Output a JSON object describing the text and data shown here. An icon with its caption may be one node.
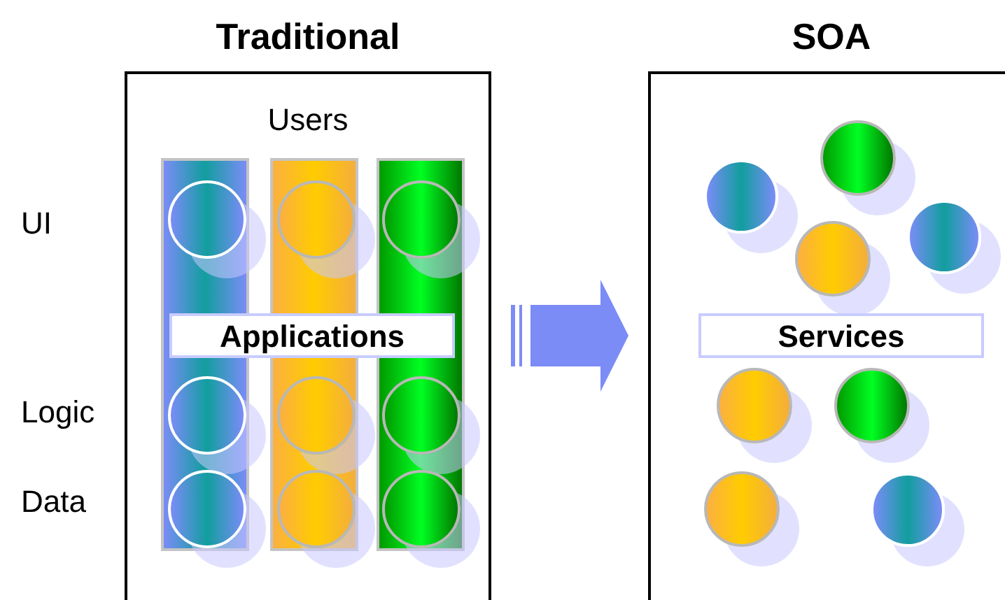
{
  "diagram": {
    "nodes": [
      {
        "text": [
          "Traditional",
          "Users"
        ]
      },
      {
        "text": [],
        "shape": "bar",
        "in": 0
      },
      {
        "text": [],
        "shape": "bar",
        "in": 0
      },
      {
        "text": [],
        "shape": "bar",
        "in": 0
      },
      {
        "text": [
          "Applications"
        ],
        "in": 0
      },
      {
        "text": [],
        "shape": "circle",
        "in": 1
      },
      {
        "text": [],
        "shape": "circle",
        "in": 1
      },
      {
        "text": [],
        "shape": "circle",
        "in": 1
      },
      {
        "text": [],
        "shape": "circle",
        "in": 2
      },
      {
        "text": [],
        "shape": "circle",
        "in": 2
      },
      {
        "text": [],
        "shape": "circle",
        "in": 2
      },
      {
        "text": [],
        "shape": "circle",
        "in": 3
      },
      {
        "text": [],
        "shape": "circle",
        "in": 3
      },
      {
        "text": [],
        "shape": "circle",
        "in": 3
      },
      {
        "text": [
          "SOA"
        ]
      },
      {
        "text": [],
        "shape": "circle",
        "in": 14
      },
      {
        "text": [],
        "shape": "circle",
        "in": 14
      },
      {
        "text": [],
        "shape": "circle",
        "in": 14
      },
      {
        "text": [],
        "shape": "circle",
        "in": 14
      },
      {
        "text": [
          "Services"
        ],
        "in": 14
      },
      {
        "text": [],
        "shape": "circle",
        "in": 14
      },
      {
        "text": [],
        "shape": "circle",
        "in": 14
      },
      {
        "text": [],
        "shape": "circle",
        "in": 14
      },
      {
        "text": [],
        "shape": "circle",
        "in": 14
      }
    ],
    "edges": [
      {
        "from": 0,
        "to": 14,
        "arrow": "to",
        "style": "thick",
        "color": "#7b8cf7"
      }
    ],
    "labels": [
      "UI",
      "Logic",
      "Data"
    ]
  }
}
